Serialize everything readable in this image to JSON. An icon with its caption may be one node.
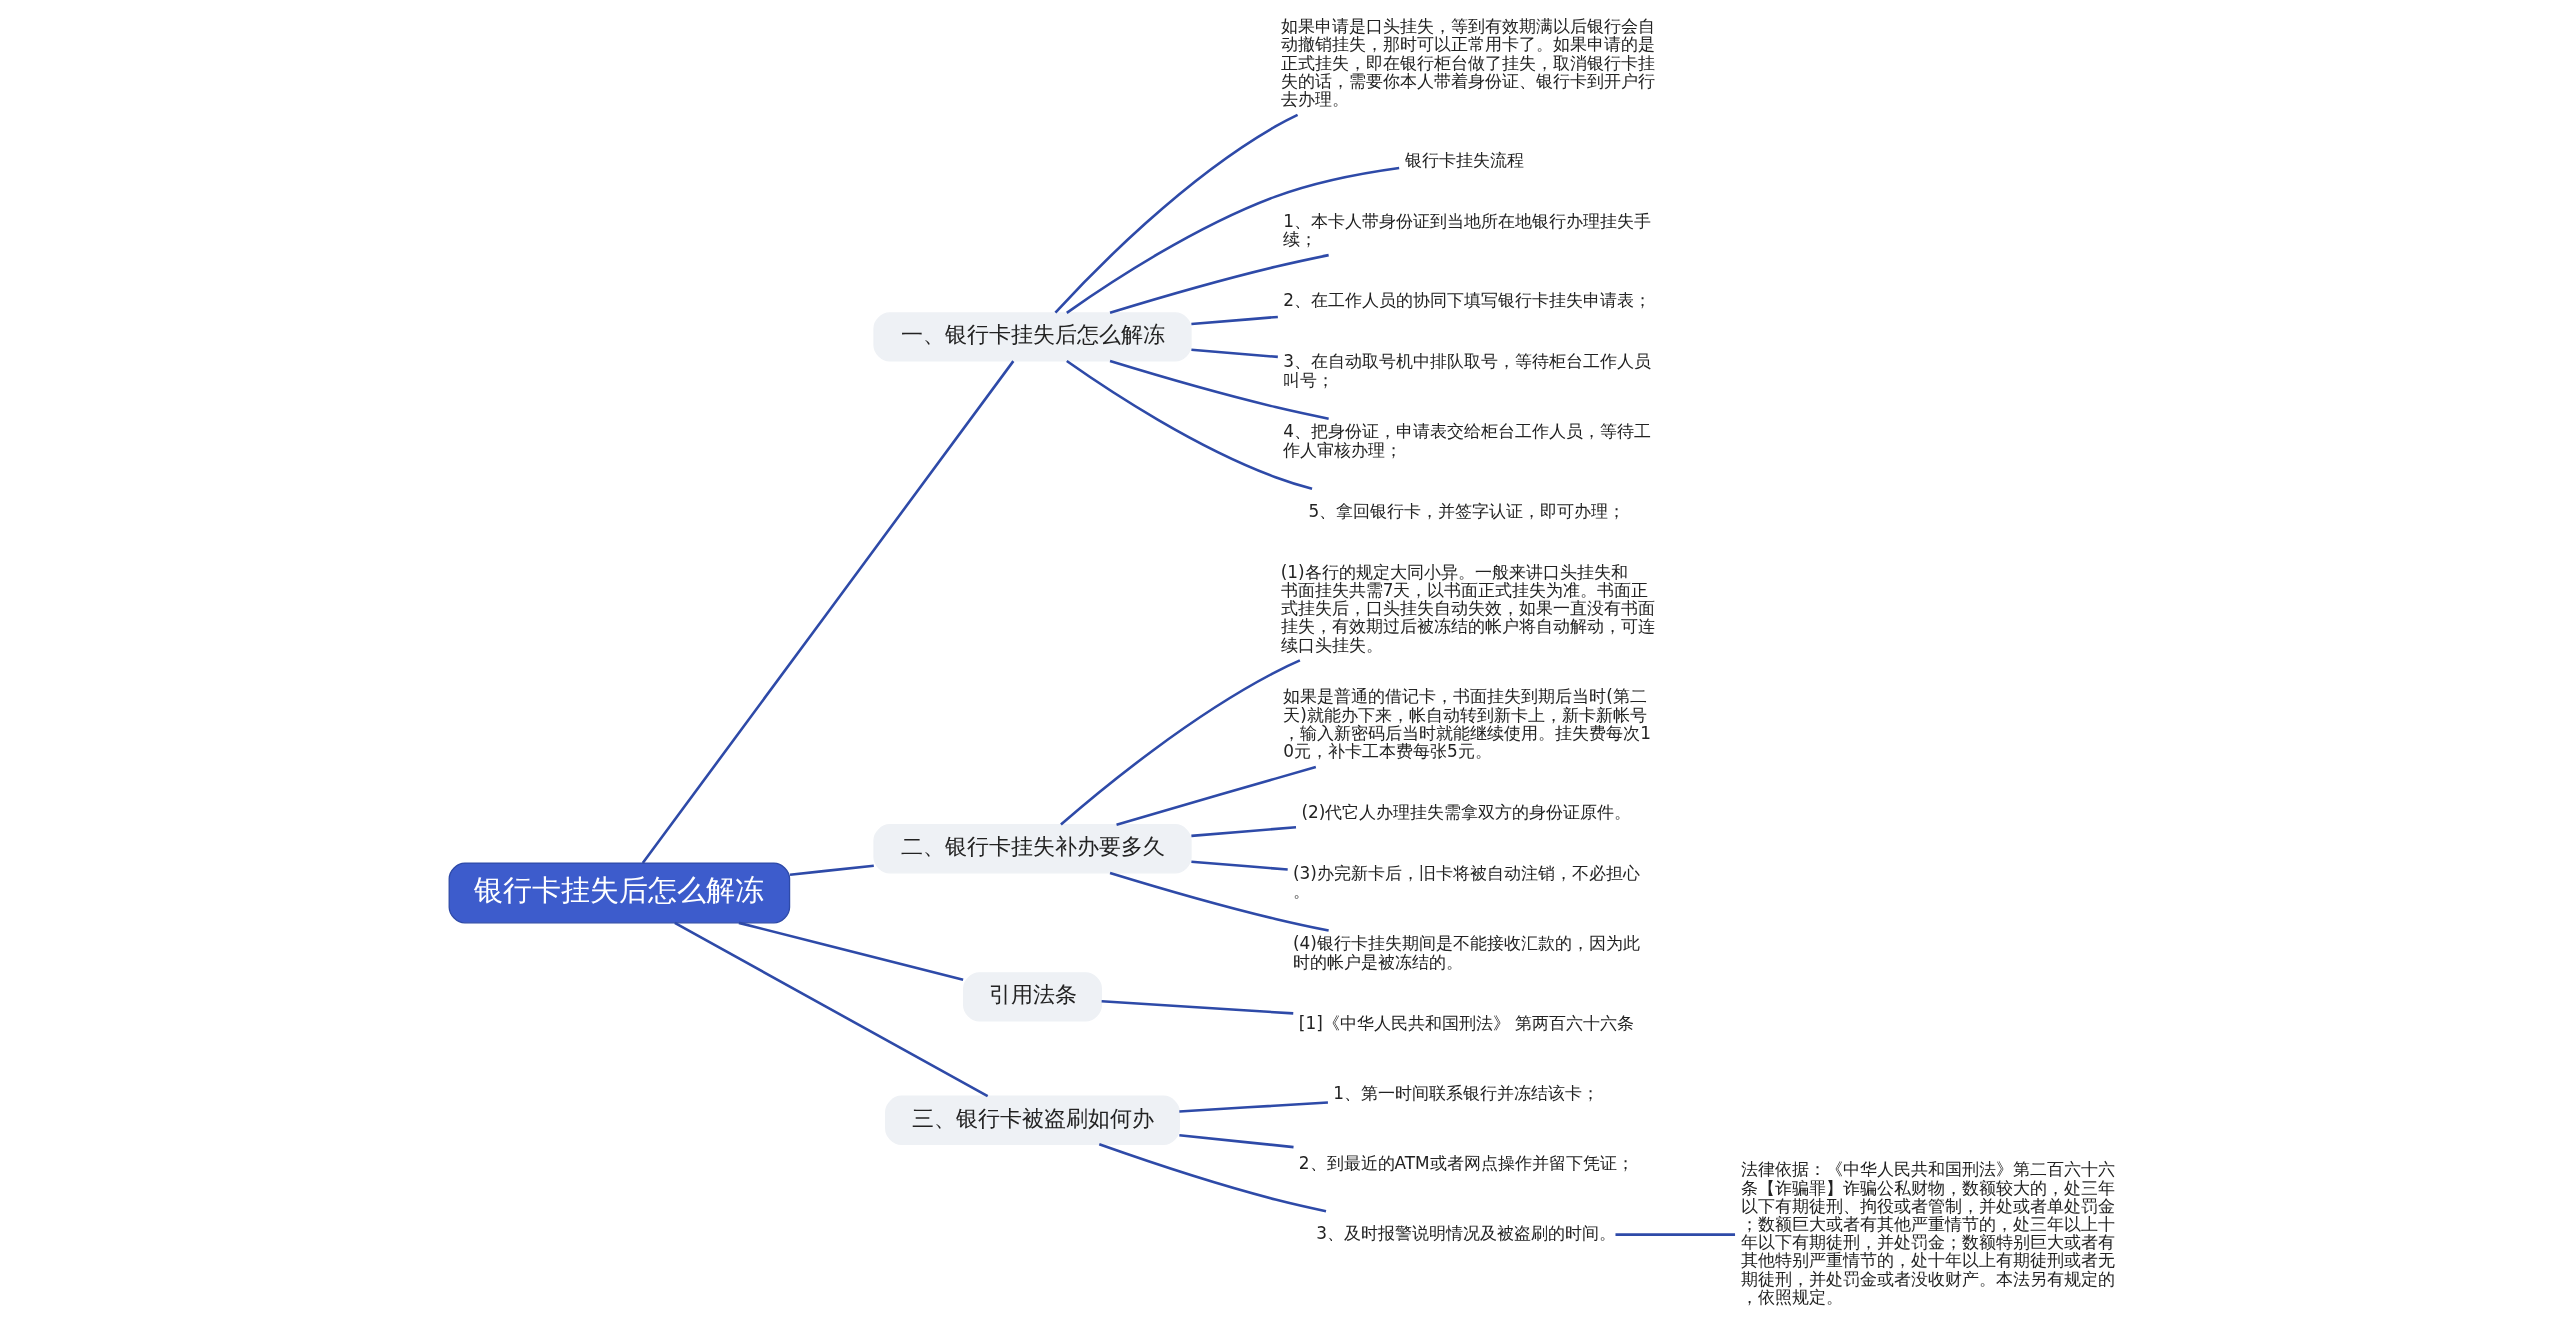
{
  "diagram": {
    "nodes": [
      {
        "text": [
          "银行卡挂失后怎么解冻"
        ]
      },
      {
        "text": [
          "一、银行卡挂失后怎么解冻"
        ]
      },
      {
        "text": [
          "如果申请是口头挂失，等到有效期满以后银行会自动撤销挂失，那时可以正常用卡了。如果申请的是正式挂失，即在银行柜台做了挂失，取消银行卡挂失的话，需要你本人带着身份证、银行卡到开户行去办理。"
        ]
      },
      {
        "text": [
          "银行卡挂失流程"
        ]
      },
      {
        "text": [
          "1、本卡人带身份证到当地所在地银行办理挂失手续；"
        ]
      },
      {
        "text": [
          "2、在工作人员的协同下填写银行卡挂失申请表；"
        ]
      },
      {
        "text": [
          "3、在自动取号机中排队取号，等待柜台工作人员叫号；"
        ]
      },
      {
        "text": [
          "4、把身份证，申请表交给柜台工作人员，等待工作人审核办理；"
        ]
      },
      {
        "text": [
          "5、拿回银行卡，并签字认证，即可办理；"
        ]
      },
      {
        "text": [
          "二、银行卡挂失补办要多久"
        ]
      },
      {
        "text": [
          "(1)各行的规定大同小异。一般来讲口头挂失和书面挂失共需7天，以书面正式挂失为准。书面正式挂失后，口头挂失自动失效，如果一直没有书面挂失，有效期过后被冻结的帐户将自动解动，可连续口头挂失。"
        ]
      },
      {
        "text": [
          "如果是普通的借记卡，书面挂失到期后当时(第二天)就能办下来，帐自动转到新卡上，新卡新帐号，输入新密码后当时就能继续使用。挂失费每次10元，补卡工本费每张5元。"
        ]
      },
      {
        "text": [
          "(2)代它人办理挂失需拿双方的身份证原件。"
        ]
      },
      {
        "text": [
          "(3)办完新卡后，旧卡将被自动注销，不必担心。"
        ]
      },
      {
        "text": [
          "(4)银行卡挂失期间是不能接收汇款的，因为此时的帐户是被冻结的。"
        ]
      },
      {
        "text": [
          "引用法条"
        ]
      },
      {
        "text": [
          "[1]《中华人民共和国刑法》 第两百六十六条"
        ]
      },
      {
        "text": [
          "三、银行卡被盗刷如何办"
        ]
      },
      {
        "text": [
          "1、第一时间联系银行并冻结该卡；"
        ]
      },
      {
        "text": [
          "2、到最近的ATM或者网点操作并留下凭证；"
        ]
      },
      {
        "text": [
          "3、及时报警说明情况及被盗刷的时间。"
        ]
      },
      {
        "text": [
          "法律依据：《中华人民共和国刑法》第二百六十六条【诈骗罪】诈骗公私财物，数额较大的，处三年以下有期徒刑、拘役或者管制，并处或者单处罚金；数额巨大或者有其他严重情节的，处三年以上十年以下有期徒刑，并处罚金；数额特别巨大或者有其他特别严重情节的，处十年以上有期徒刑或者无期徒刑，并处罚金或者没收财产。本法另有规定的，依照规定。"
        ]
      }
    ],
    "edges": [
      {
        "from": 0,
        "to": 1,
        "arrow": "none"
      },
      {
        "from": 1,
        "to": 2,
        "arrow": "none"
      },
      {
        "from": 1,
        "to": 3,
        "arrow": "none"
      },
      {
        "from": 1,
        "to": 4,
        "arrow": "none"
      },
      {
        "from": 1,
        "to": 5,
        "arrow": "none"
      },
      {
        "from": 1,
        "to": 6,
        "arrow": "none"
      },
      {
        "from": 1,
        "to": 7,
        "arrow": "none"
      },
      {
        "from": 1,
        "to": 8,
        "arrow": "none"
      },
      {
        "from": 0,
        "to": 9,
        "arrow": "none"
      },
      {
        "from": 9,
        "to": 10,
        "arrow": "none"
      },
      {
        "from": 9,
        "to": 11,
        "arrow": "none"
      },
      {
        "from": 9,
        "to": 12,
        "arrow": "none"
      },
      {
        "from": 9,
        "to": 13,
        "arrow": "none"
      },
      {
        "from": 9,
        "to": 14,
        "arrow": "none"
      },
      {
        "from": 0,
        "to": 15,
        "arrow": "none"
      },
      {
        "from": 15,
        "to": 16,
        "arrow": "none"
      },
      {
        "from": 0,
        "to": 17,
        "arrow": "none"
      },
      {
        "from": 17,
        "to": 18,
        "arrow": "none"
      },
      {
        "from": 17,
        "to": 19,
        "arrow": "none"
      },
      {
        "from": 17,
        "to": 20,
        "arrow": "none"
      },
      {
        "from": 20,
        "to": 21,
        "arrow": "none"
      }
    ]
  }
}
